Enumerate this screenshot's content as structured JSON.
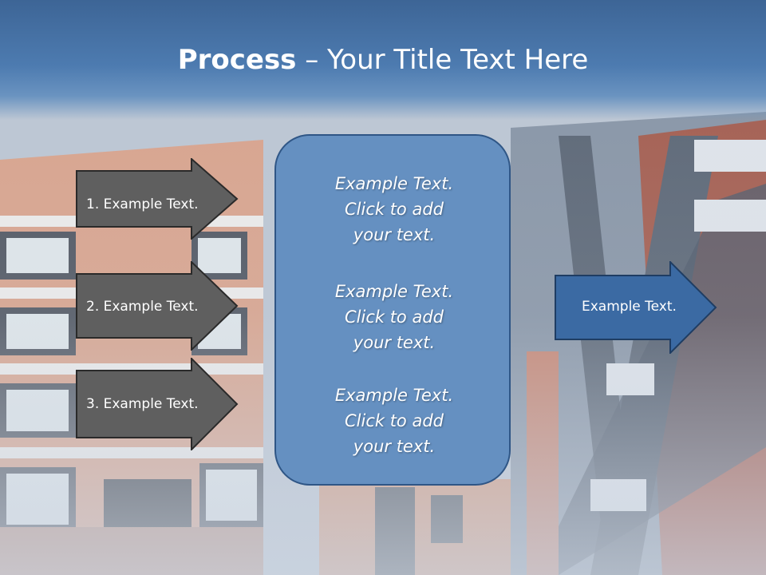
{
  "header": {
    "title_bold": "Process",
    "title_rest": " – Your Title Text Here"
  },
  "left_steps": [
    {
      "label": "1. Example Text."
    },
    {
      "label": "2. Example Text."
    },
    {
      "label": "3. Example Text."
    }
  ],
  "center_box": {
    "blocks": [
      {
        "line1": "Example Text.",
        "line2": "Click  to add",
        "line3": "your text."
      },
      {
        "line1": "Example Text.",
        "line2": "Click  to add",
        "line3": "your text."
      },
      {
        "line1": "Example Text.",
        "line2": "Click  to add",
        "line3": "your text."
      }
    ]
  },
  "right_arrow": {
    "label": "Example Text."
  },
  "colors": {
    "header": "#4d7bb0",
    "left_arrow_fill": "#5f5f5f",
    "center_box_fill": "#6590c1",
    "right_arrow_fill": "#3b6aa3"
  }
}
